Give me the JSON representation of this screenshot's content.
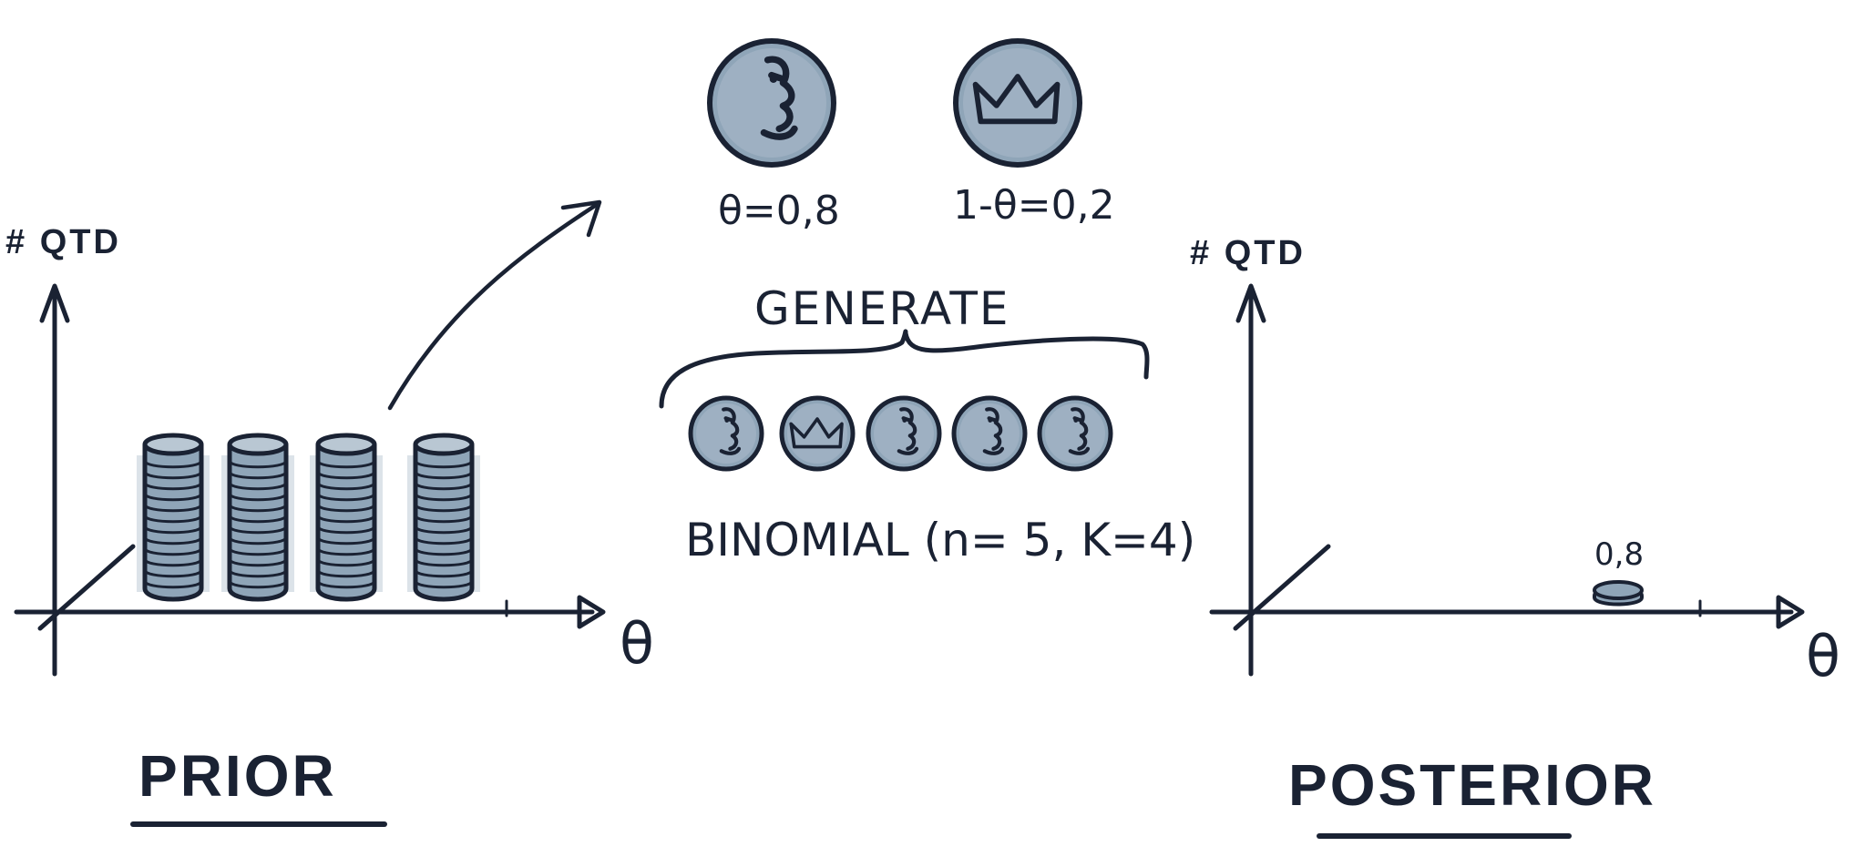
{
  "colors": {
    "ink": "#1a2233",
    "coin_fill": "#8fa5b8",
    "coin_light": "#b9c7d3"
  },
  "prior": {
    "axis_y_label": "# QTD",
    "axis_x_label": "θ",
    "title": "PRIOR",
    "coin_stacks": 4
  },
  "coins": {
    "heads_label": "θ=0,8",
    "tails_label": "1-θ=0,2",
    "heads_icon": "face-icon",
    "tails_icon": "crown-icon"
  },
  "generate": {
    "label": "GENERATE",
    "sequence": [
      "face-icon",
      "crown-icon",
      "face-icon",
      "face-icon",
      "face-icon"
    ],
    "binomial_label": "BINOMIAL (n= 5, K=4)"
  },
  "posterior": {
    "axis_y_label": "# QTD",
    "axis_x_label": "θ",
    "title": "POSTERIOR",
    "coin_value_label": "0,8"
  }
}
